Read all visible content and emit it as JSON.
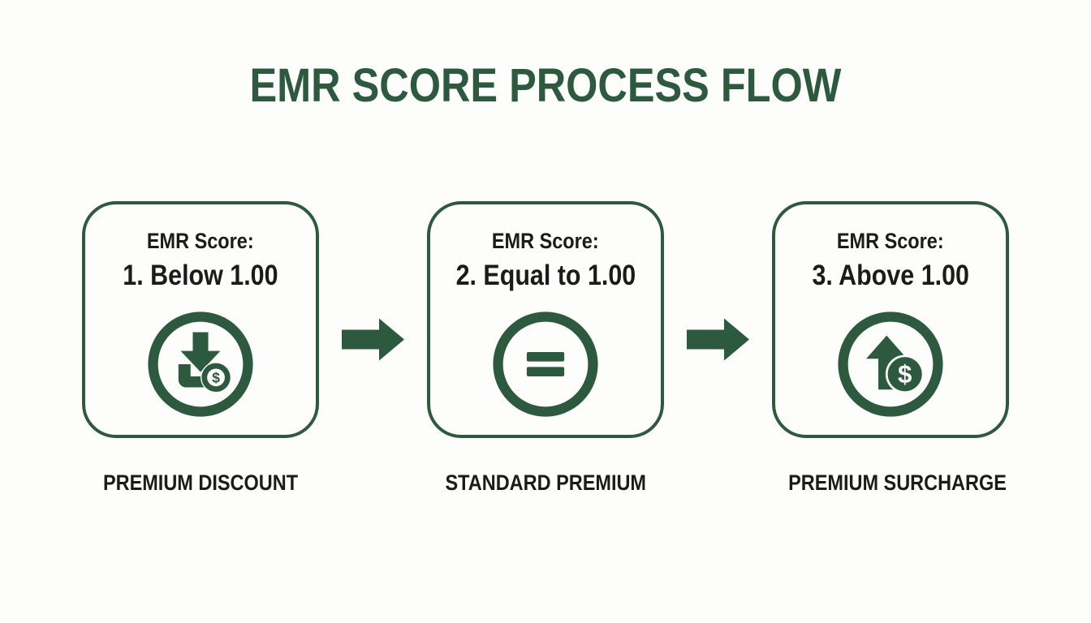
{
  "title": "EMR SCORE PROCESS FLOW",
  "colors": {
    "green": "#2d5a3e",
    "text": "#1b1b1b",
    "background": "#fdfdfb"
  },
  "steps": [
    {
      "score_label": "EMR Score:",
      "condition": "1. Below 1.00",
      "icon": "discount-download-coin-icon",
      "outcome": "PREMIUM DISCOUNT"
    },
    {
      "score_label": "EMR Score:",
      "condition": "2. Equal to 1.00",
      "icon": "equals-icon",
      "outcome": "STANDARD PREMIUM"
    },
    {
      "score_label": "EMR Score:",
      "condition": "3. Above 1.00",
      "icon": "increase-dollar-icon",
      "outcome": "PREMIUM SURCHARGE"
    }
  ],
  "connectors": [
    {
      "icon": "arrow-right-icon"
    },
    {
      "icon": "arrow-right-icon"
    }
  ]
}
